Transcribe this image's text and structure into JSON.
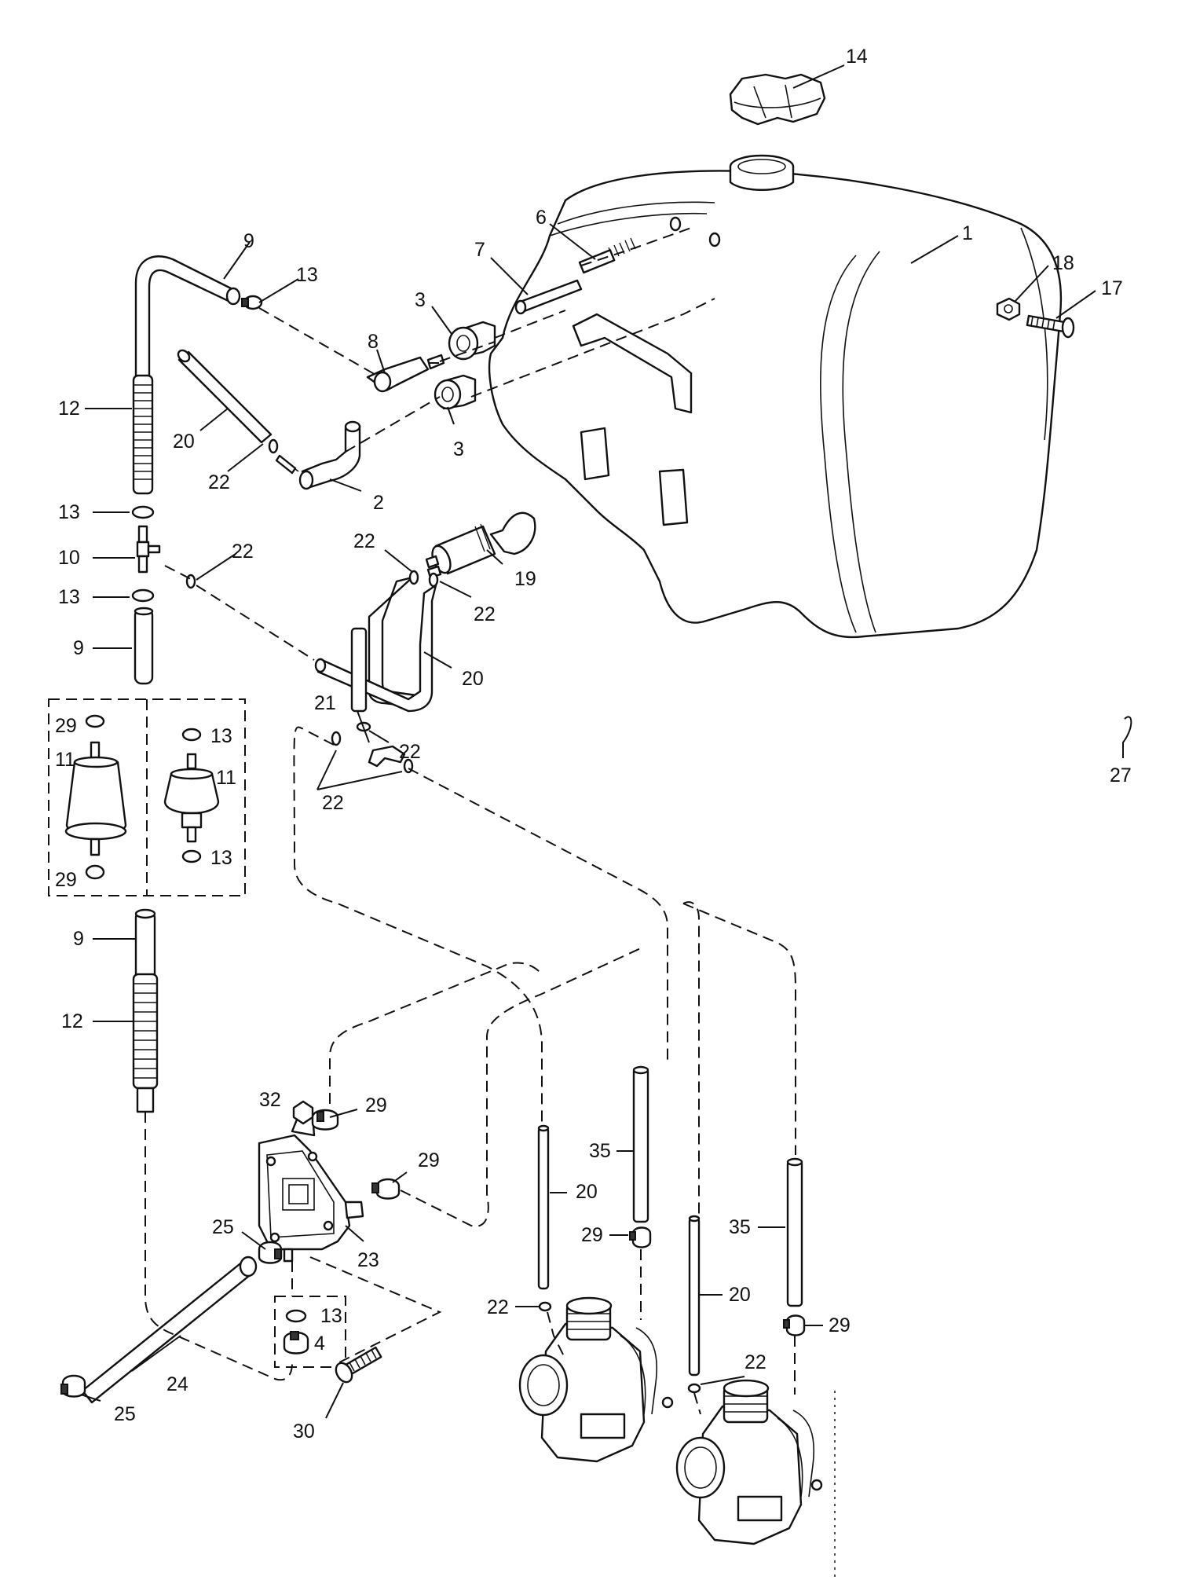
{
  "callouts": {
    "c1": "1",
    "c2": "2",
    "c3a": "3",
    "c3b": "3",
    "c4": "4",
    "c6": "6",
    "c7": "7",
    "c8": "8",
    "c9a": "9",
    "c9b": "9",
    "c9c": "9",
    "c10": "10",
    "c11a": "11",
    "c11b": "11",
    "c12a": "12",
    "c12b": "12",
    "c13a": "13",
    "c13b": "13",
    "c13c": "13",
    "c13d": "13",
    "c13e": "13",
    "c13f": "13",
    "c14": "14",
    "c17": "17",
    "c18": "18",
    "c19": "19",
    "c20a": "20",
    "c20b": "20",
    "c20c": "20",
    "c20d": "20",
    "c21": "21",
    "c22a": "22",
    "c22b": "22",
    "c22c": "22",
    "c22d": "22",
    "c22e": "22",
    "c22f": "22",
    "c22g": "22",
    "c22h": "22",
    "c23": "23",
    "c24": "24",
    "c25a": "25",
    "c25b": "25",
    "c27": "27",
    "c29a": "29",
    "c29b": "29",
    "c29c": "29",
    "c29d": "29",
    "c29e": "29",
    "c29f": "29",
    "c30": "30",
    "c32": "32",
    "c35a": "35",
    "c35b": "35"
  }
}
